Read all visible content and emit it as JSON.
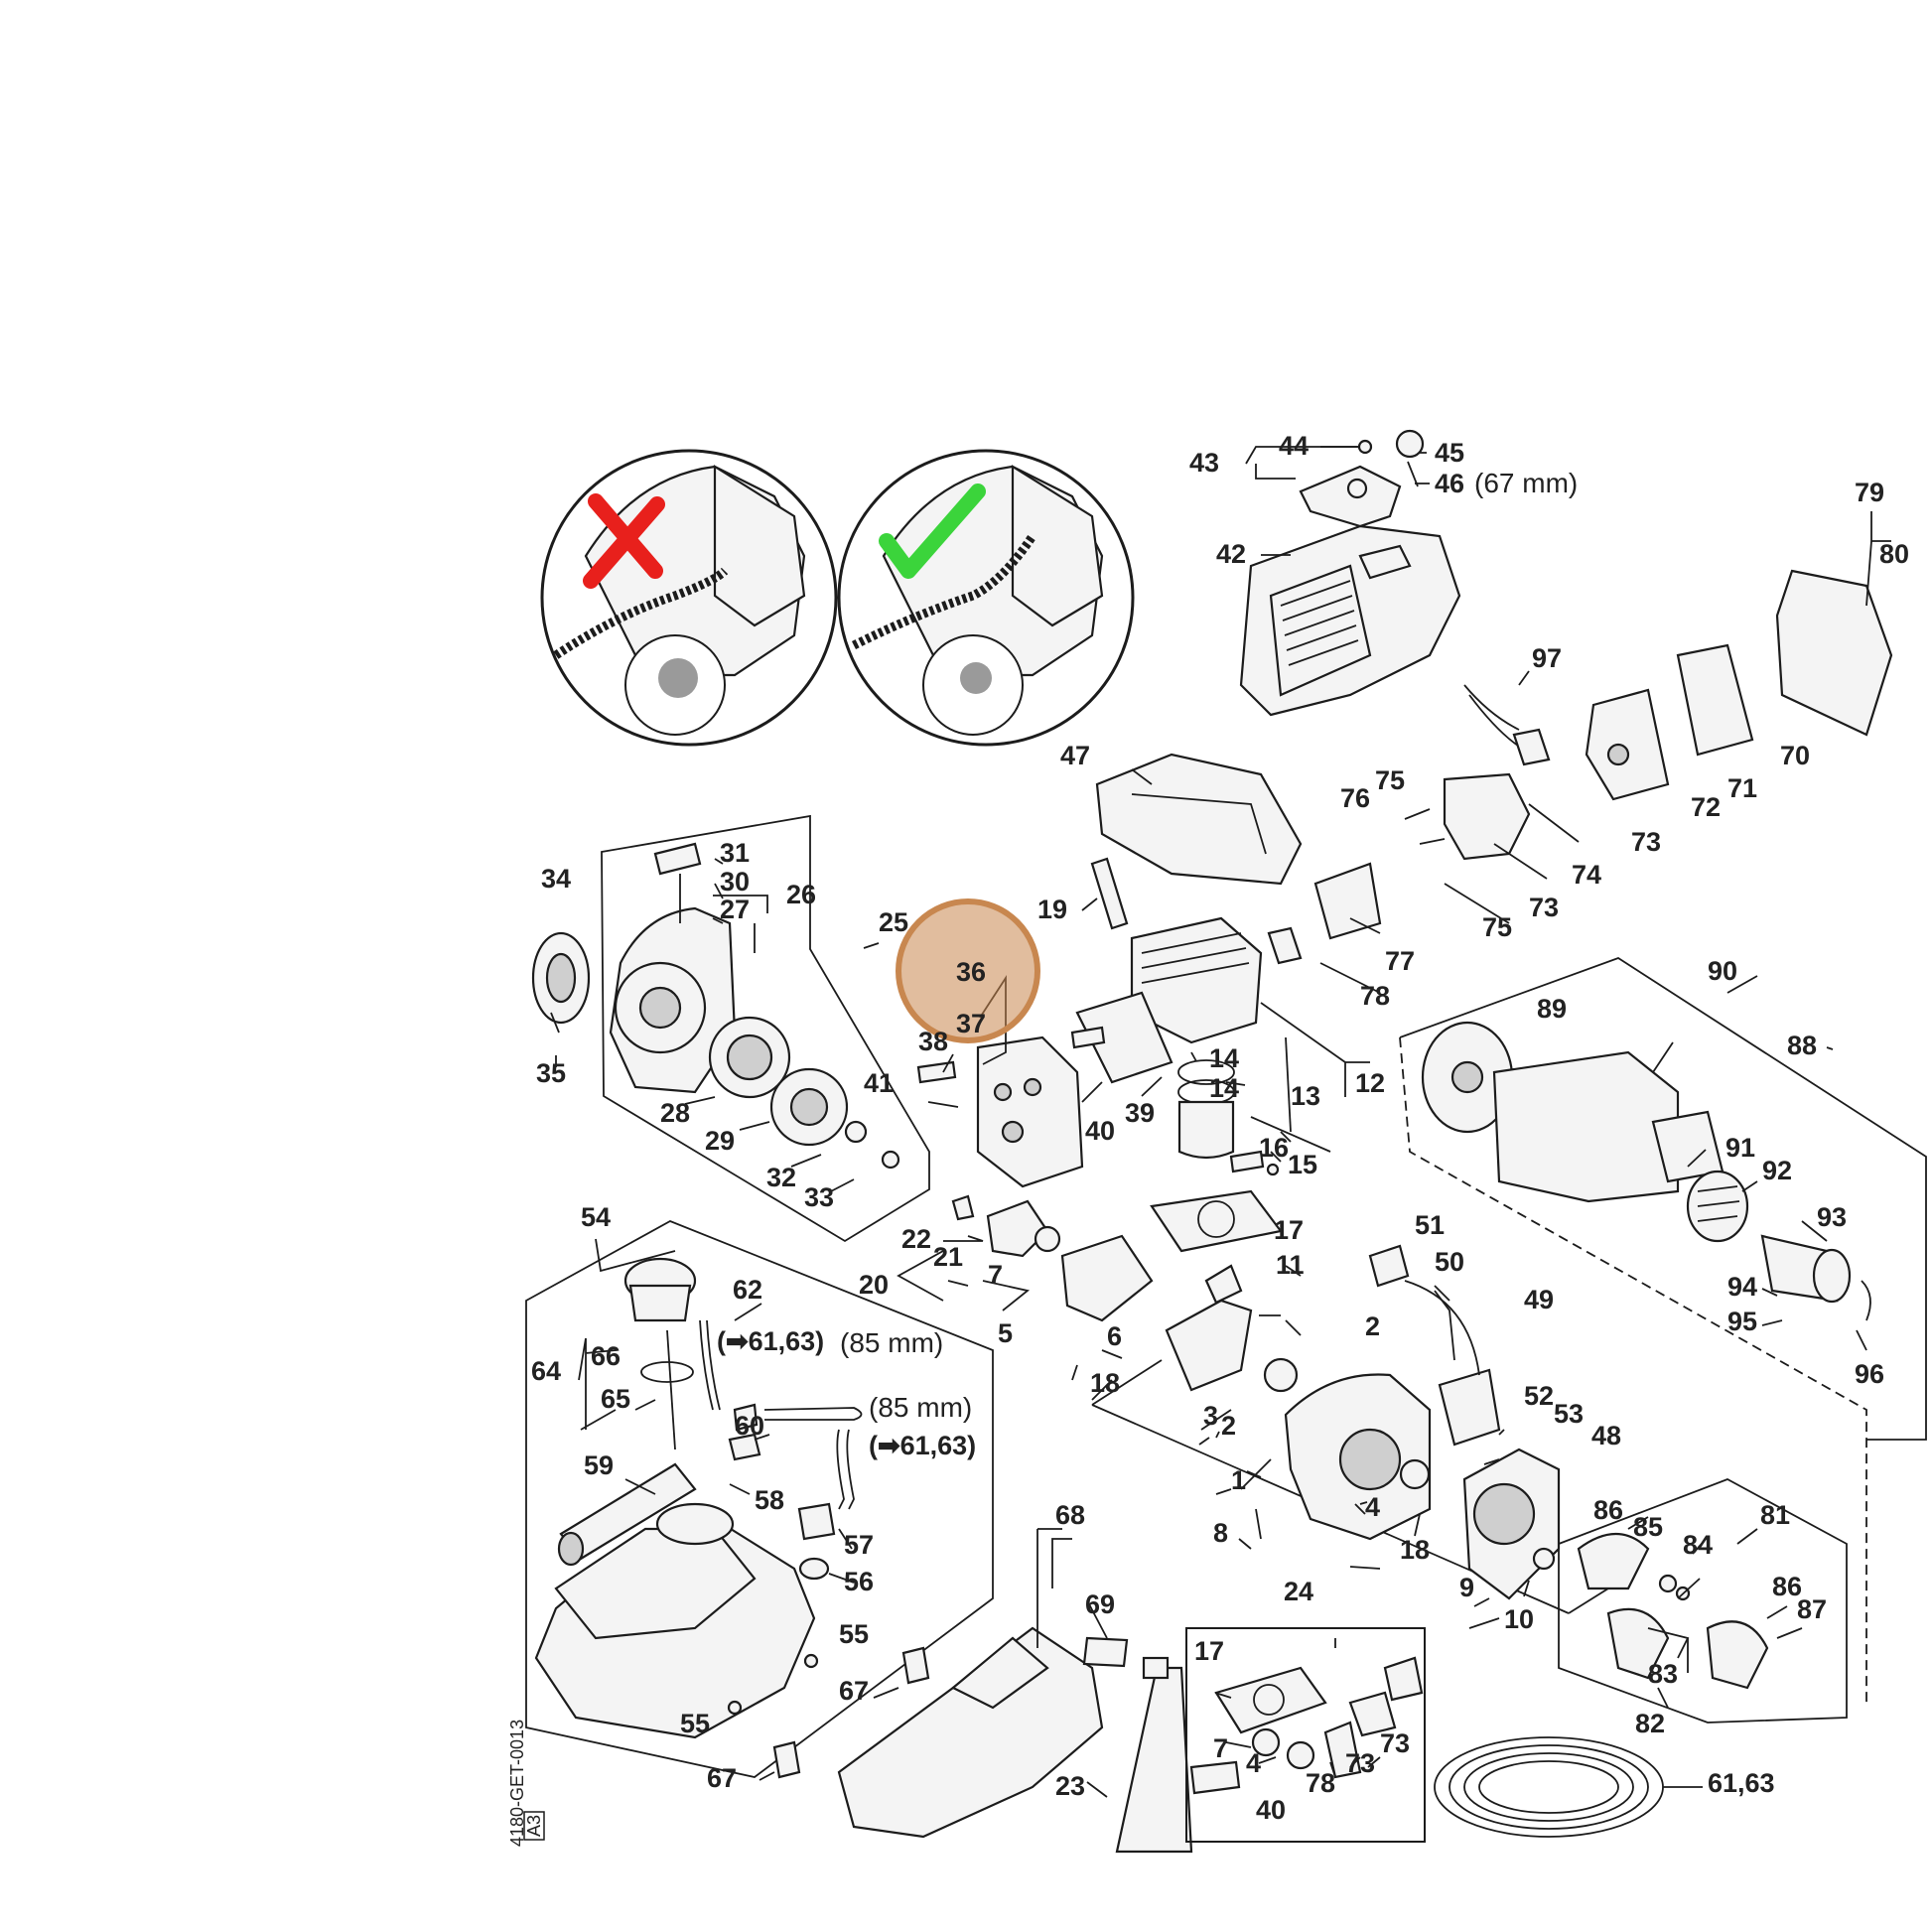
{
  "diagram": {
    "highlight_color": "#c8874f",
    "mark_wrong_color": "#e8201c",
    "mark_right_color": "#3bd43b",
    "highlighted_labels": [
      "36",
      "37"
    ],
    "labels": {
      "l43": "43",
      "l44": "44",
      "l45": "45",
      "l46": "46",
      "l46dim": "(67 mm)",
      "l42": "42",
      "l79": "79",
      "l80": "80",
      "l97": "97",
      "l70": "70",
      "l71": "71",
      "l72": "72",
      "l47": "47",
      "l75a": "75",
      "l76": "76",
      "l73a": "73",
      "l74": "74",
      "l73b": "73",
      "l75b": "75",
      "l77": "77",
      "l78": "78",
      "l31": "31",
      "l30": "30",
      "l27": "27",
      "l26": "26",
      "l34": "34",
      "l25": "25",
      "l19": "19",
      "l36": "36",
      "l37": "37",
      "l38": "38",
      "l35": "35",
      "l28": "28",
      "l41": "41",
      "l29": "29",
      "l32": "32",
      "l33": "33",
      "l39": "39",
      "l40": "40",
      "l14a": "14",
      "l14b": "14",
      "l13": "13",
      "l12": "12",
      "l16": "16",
      "l15": "15",
      "l90": "90",
      "l89": "89",
      "l88": "88",
      "l91": "91",
      "l92": "92",
      "l93": "93",
      "l94": "94",
      "l95": "95",
      "l96": "96",
      "l54": "54",
      "l22": "22",
      "l21": "21",
      "l20": "20",
      "l7a": "7",
      "l17a": "17",
      "l11": "11",
      "l51": "51",
      "l50": "50",
      "l49": "49",
      "l62": "62",
      "l64": "64",
      "l66": "66",
      "l65": "65",
      "l60": "60",
      "l61a": "(➡61,63)",
      "l85a": "(85 mm)",
      "l85b": "(85 mm)",
      "l61b": "(➡61,63)",
      "l5": "5",
      "l6": "6",
      "l18a": "18",
      "l2a": "2",
      "l3": "3",
      "l2b": "2",
      "l52": "52",
      "l53": "53",
      "l48": "48",
      "l59": "59",
      "l58": "58",
      "l1": "1",
      "l4a": "4",
      "l18b": "18",
      "l8": "8",
      "l57": "57",
      "l56": "56",
      "l55a": "55",
      "l55b": "55",
      "l68": "68",
      "l69": "69",
      "l67a": "67",
      "l67b": "67",
      "l24": "24",
      "l17b": "17",
      "l7b": "7",
      "l4b": "4",
      "l78b": "78",
      "l73c": "73",
      "l73d": "73",
      "l40b": "40",
      "l23": "23",
      "l9": "9",
      "l10": "10",
      "l81": "81",
      "l86a": "86",
      "l85": "85",
      "l84": "84",
      "l86b": "86",
      "l87": "87",
      "l83": "83",
      "l82": "82",
      "l6163": "61,63",
      "drawing_code": "4180-GET-0013",
      "page_code": "A3"
    }
  }
}
